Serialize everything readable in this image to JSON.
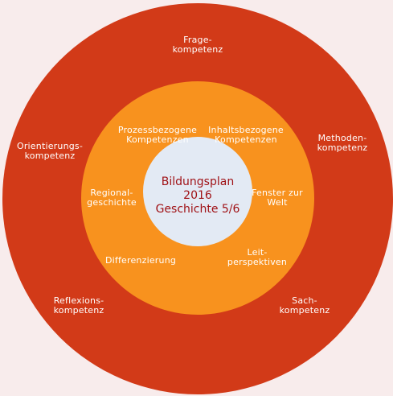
{
  "center": {
    "line1": "Bildungsplan",
    "line2": "2016",
    "line3": "Geschichte 5/6"
  },
  "middle_ring": {
    "prozess": {
      "line1": "Prozessbezogene",
      "line2": "Kompetenzen"
    },
    "inhalt": {
      "line1": "Inhaltsbezogene",
      "line2": "Kompetenzen"
    },
    "regional": {
      "line1": "Regional-",
      "line2": "geschichte"
    },
    "fenster": {
      "line1": "Fenster zur",
      "line2": "Welt"
    },
    "differenzierung": {
      "line1": "Differenzierung"
    },
    "leit": {
      "line1": "Leit-",
      "line2": "perspektiven"
    }
  },
  "outer_ring": {
    "frage": {
      "line1": "Frage-",
      "line2": "kompetenz"
    },
    "orientierung": {
      "line1": "Orientierungs-",
      "line2": "kompetenz"
    },
    "methoden": {
      "line1": "Methoden-",
      "line2": "kompetenz"
    },
    "reflexion": {
      "line1": "Reflexions-",
      "line2": "kompetenz"
    },
    "sach": {
      "line1": "Sach-",
      "line2": "kompetenz"
    }
  },
  "colors": {
    "outer": "#d23a18",
    "middle": "#f8921e",
    "inner": "#e3eaf4",
    "center_text": "#a01216",
    "label_text": "#ffffff"
  }
}
